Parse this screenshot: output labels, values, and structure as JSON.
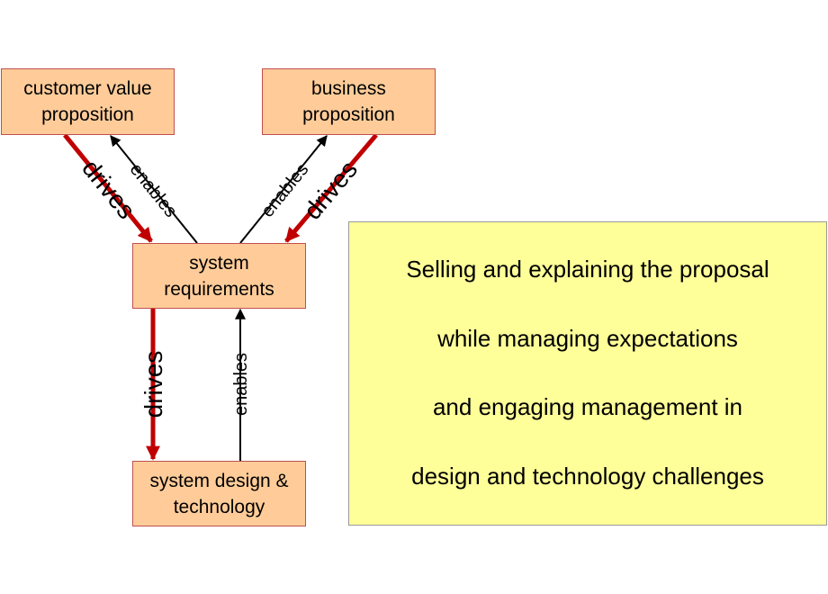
{
  "boxes": {
    "customer_value": {
      "line1": "customer value",
      "line2": "proposition"
    },
    "business": {
      "line1": "business",
      "line2": "proposition"
    },
    "system_requirements": {
      "line1": "system",
      "line2": "requirements"
    },
    "system_design": {
      "line1": "system design &",
      "line2": "technology"
    }
  },
  "edges": {
    "drives_label": "drives",
    "enables_label": "enables"
  },
  "note": {
    "lines": [
      "Selling and explaining the proposal",
      "while managing expectations",
      "and engaging management in",
      "design and technology challenges"
    ]
  },
  "colors": {
    "drives_arrow": "#c00000",
    "enables_arrow": "#000000",
    "box_fill": "#ffcc99",
    "note_fill": "#ffff99"
  }
}
